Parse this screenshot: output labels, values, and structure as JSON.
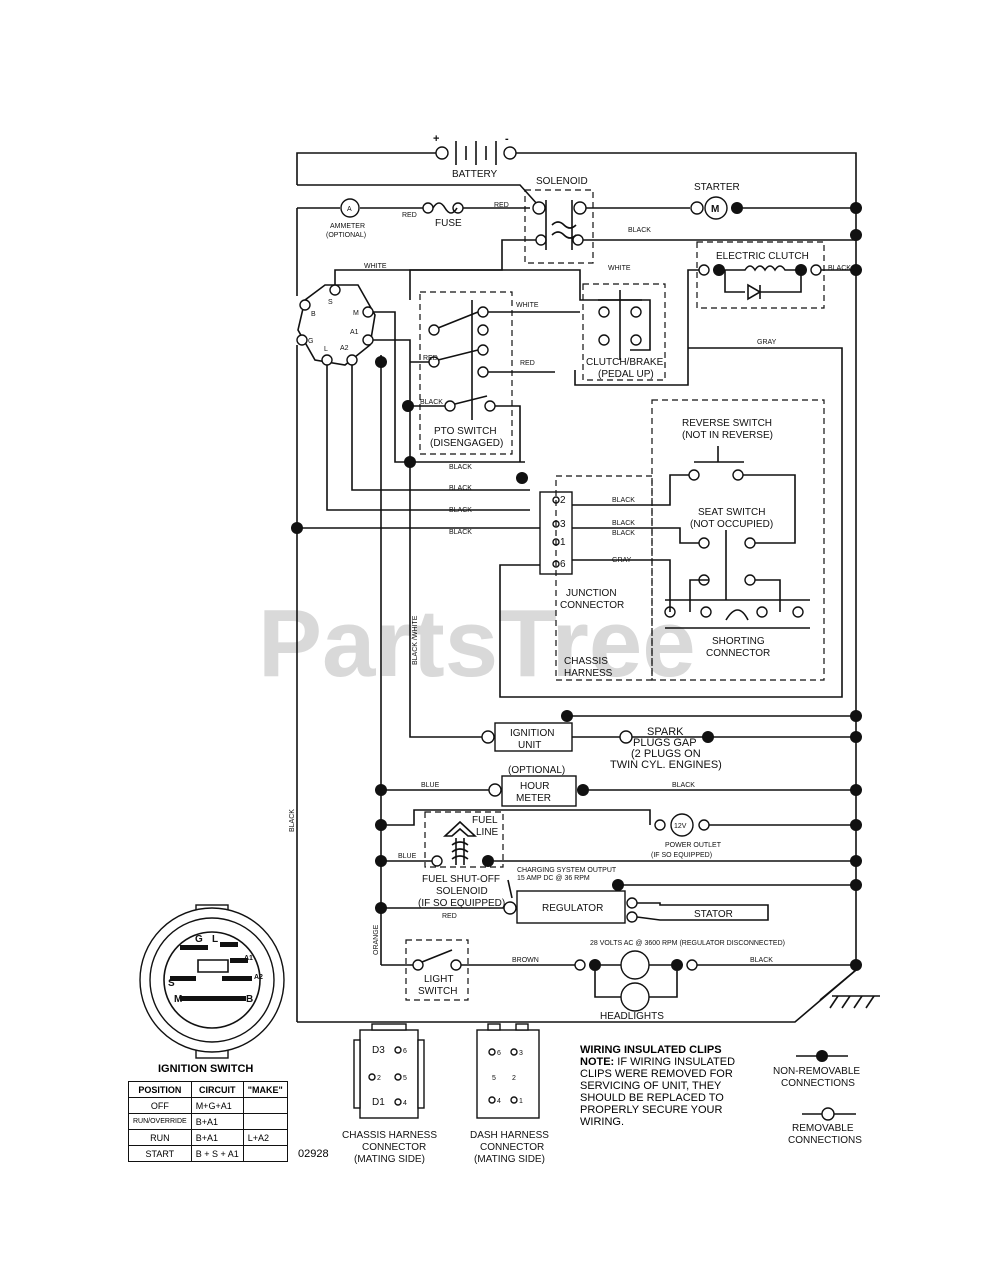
{
  "watermark": "PartsTree",
  "labels": {
    "battery": "BATTERY",
    "plus": "+",
    "minus": "-",
    "solenoid": "SOLENOID",
    "starter": "STARTER",
    "starter_m": "M",
    "ammeter_a": "A",
    "ammeter": "AMMETER",
    "ammeter_opt": "(OPTIONAL)",
    "fuse": "FUSE",
    "electric_clutch": "ELECTRIC CLUTCH",
    "pto_switch": "PTO SWITCH",
    "pto_disengaged": "(DISENGAGED)",
    "clutch_brake": "CLUTCH/BRAKE",
    "pedal_up": "(PEDAL UP)",
    "reverse_switch": "REVERSE SWITCH",
    "not_in_reverse": "(NOT IN REVERSE)",
    "seat_switch": "SEAT SWITCH",
    "not_occupied": "(NOT OCCUPIED)",
    "junction": "JUNCTION",
    "connector": "CONNECTOR",
    "shorting": "SHORTING",
    "shorting_connector": "CONNECTOR",
    "chassis": "CHASSIS",
    "harness": "HARNESS",
    "ignition_unit_1": "IGNITION",
    "ignition_unit_2": "UNIT",
    "spark_1": "SPARK",
    "spark_2": "PLUGS GAP",
    "spark_3": "(2 PLUGS ON",
    "spark_4": "TWIN CYL. ENGINES)",
    "optional": "(OPTIONAL)",
    "hour_1": "HOUR",
    "hour_2": "METER",
    "fuel_line_1": "FUEL",
    "fuel_line_2": "LINE",
    "v12": "12V",
    "power_outlet": "POWER OUTLET",
    "if_equipped": "(IF SO EQUIPPED)",
    "fuel_shutoff_1": "FUEL SHUT-OFF",
    "fuel_shutoff_2": "SOLENOID",
    "fuel_shutoff_3": "(IF SO EQUIPPED)",
    "charging_1": "CHARGING SYSTEM OUTPUT",
    "charging_2": "15 AMP DC @ 36 RPM",
    "regulator": "REGULATOR",
    "stator": "STATOR",
    "volts": "28 VOLTS AC @ 3600 RPM (REGULATOR DISCONNECTED)",
    "light_1": "LIGHT",
    "light_2": "SWITCH",
    "headlights": "HEADLIGHTS",
    "ignition_switch": "IGNITION SWITCH",
    "chassis_conn_1": "CHASSIS HARNESS",
    "chassis_conn_2": "CONNECTOR",
    "chassis_conn_3": "(MATING SIDE)",
    "dash_conn_1": "DASH HARNESS",
    "dash_conn_2": "CONNECTOR",
    "dash_conn_3": "(MATING SIDE)",
    "non_removable_1": "NON-REMOVABLE",
    "non_removable_2": "CONNECTIONS",
    "removable_1": "REMOVABLE",
    "removable_2": "CONNECTIONS",
    "drawing_code": "02928"
  },
  "wire_labels": {
    "red": "RED",
    "black": "BLACK",
    "white": "WHITE",
    "gray": "GRAY",
    "blue": "BLUE",
    "brown": "BROWN",
    "orange": "ORANGE",
    "black_white": "BLACK /WHITE"
  },
  "switch_terminals": {
    "s": "S",
    "b": "B",
    "g": "G",
    "l": "L",
    "m": "M",
    "a1": "A1",
    "a2": "A2"
  },
  "junction_pins": [
    "2",
    "3",
    "1",
    "6"
  ],
  "plug_terminals": {
    "g": "G",
    "l": "L",
    "a1": "A1",
    "a2": "A2",
    "s": "S",
    "m": "M",
    "b": "B"
  },
  "chassis_pins": [
    "D3",
    "6",
    "2",
    "5",
    "D1",
    "4"
  ],
  "dash_pins": [
    "6",
    "3",
    "5",
    "2",
    "4",
    "1"
  ],
  "notes": {
    "title": "WIRING INSULATED CLIPS",
    "note_label": "NOTE:",
    "note_text": "IF WIRING INSULATED CLIPS WERE REMOVED FOR SERVICING OF UNIT, THEY SHOULD BE REPLACED TO PROPERLY SECURE YOUR WIRING."
  },
  "ignition_table": {
    "headers": [
      "POSITION",
      "CIRCUIT",
      "\"MAKE\""
    ],
    "rows": [
      [
        "OFF",
        "M+G+A1",
        ""
      ],
      [
        "RUN/OVERRIDE",
        "B+A1",
        ""
      ],
      [
        "RUN",
        "B+A1",
        "L+A2"
      ],
      [
        "START",
        "B + S + A1",
        ""
      ]
    ]
  },
  "colors": {
    "ink": "#111111",
    "watermark": "#d9d9d9",
    "background": "#ffffff"
  }
}
